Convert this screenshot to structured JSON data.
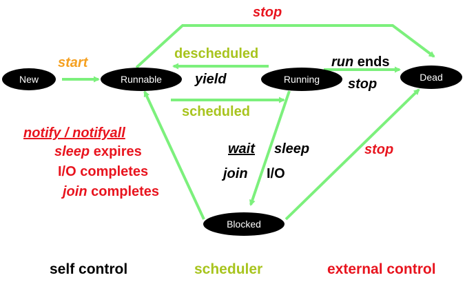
{
  "states": {
    "new": "New",
    "runnable": "Runnable",
    "running": "Running",
    "dead": "Dead",
    "blocked": "Blocked"
  },
  "transitions": {
    "start": "start",
    "stop_top": "stop",
    "descheduled": "descheduled",
    "yield": "yield",
    "scheduled": "scheduled",
    "run_word": "run",
    "ends_word": "ends",
    "stop_mid": "stop",
    "stop_right": "stop",
    "wait": "wait",
    "sleep": "sleep",
    "join": "join",
    "io": "I/O",
    "notify": "notify / notifyall",
    "sleep_word": "sleep",
    "expires_word": "expires",
    "io_completes": "I/O completes",
    "join_word": "join",
    "completes_word": "completes"
  },
  "legend": {
    "self": "self control",
    "scheduler": "scheduler",
    "external": "external control"
  },
  "colors": {
    "arrow": "#7cf07c",
    "red": "#e8141e",
    "orange": "#f5a020",
    "olive": "#a8c41e",
    "black": "#000000"
  }
}
